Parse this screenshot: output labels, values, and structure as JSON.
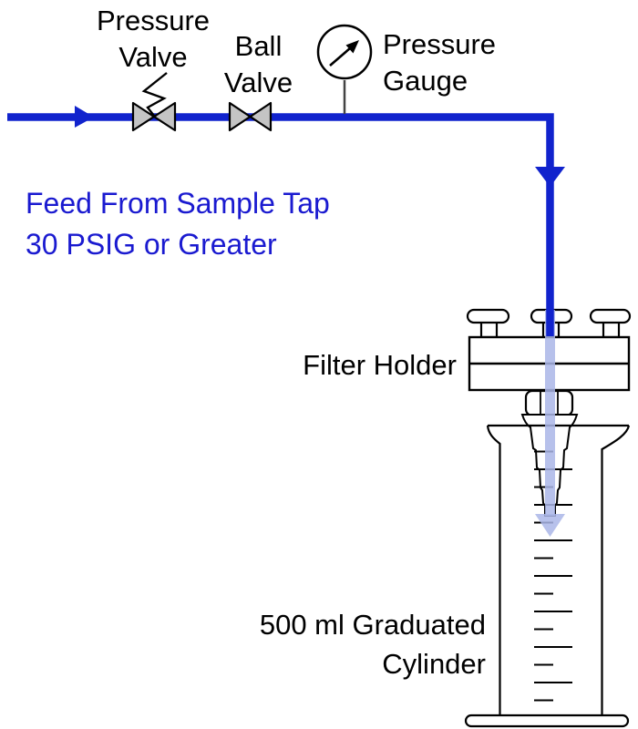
{
  "labels": {
    "pressure_valve": "Pressure\nValve",
    "ball_valve": "Ball\nValve",
    "pressure_gauge": "Pressure\nGauge",
    "feed": "Feed From Sample Tap\n30 PSIG or Greater",
    "filter_holder": "Filter Holder",
    "cylinder": "500 ml Graduated\nCylinder"
  },
  "colors": {
    "pipe_blue": "#1123cd",
    "feed_text_blue": "#1a1ad0",
    "flow_light_blue": "#aab6e8",
    "valve_gray": "#c4c4c4",
    "line_black": "#000000"
  },
  "icons": {
    "flow_direction_in": "arrow-right",
    "flow_direction_down": "arrow-down",
    "flow_into_cylinder": "arrow-down-light",
    "gauge_needle": "arrow-up-right"
  }
}
